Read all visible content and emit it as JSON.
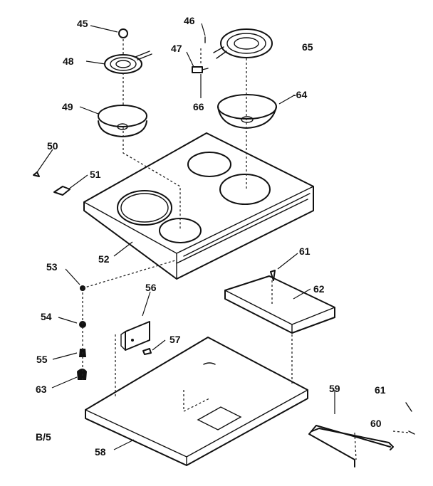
{
  "diagram": {
    "page_code": "B/5",
    "callouts": [
      {
        "id": "45",
        "text": "45"
      },
      {
        "id": "46",
        "text": "46"
      },
      {
        "id": "47",
        "text": "47"
      },
      {
        "id": "48",
        "text": "48"
      },
      {
        "id": "49",
        "text": "49"
      },
      {
        "id": "50",
        "text": "50"
      },
      {
        "id": "51",
        "text": "51"
      },
      {
        "id": "52",
        "text": "52"
      },
      {
        "id": "53",
        "text": "53"
      },
      {
        "id": "54",
        "text": "54"
      },
      {
        "id": "55",
        "text": "55"
      },
      {
        "id": "56",
        "text": "56"
      },
      {
        "id": "57",
        "text": "57"
      },
      {
        "id": "58",
        "text": "58"
      },
      {
        "id": "59",
        "text": "59"
      },
      {
        "id": "60",
        "text": "60"
      },
      {
        "id": "61a",
        "text": "61"
      },
      {
        "id": "61b",
        "text": "61"
      },
      {
        "id": "62",
        "text": "62"
      },
      {
        "id": "63",
        "text": "63"
      },
      {
        "id": "64",
        "text": "-64"
      },
      {
        "id": "65",
        "text": "65"
      },
      {
        "id": "66",
        "text": "66"
      }
    ]
  }
}
